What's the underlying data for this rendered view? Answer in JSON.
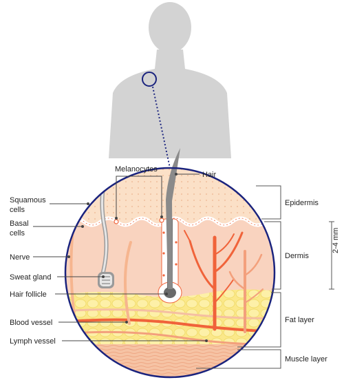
{
  "diagram": {
    "layers": {
      "epidermis": "Epidermis",
      "dermis": "Dermis",
      "fat": "Fat layer",
      "muscle": "Muscle layer"
    },
    "thickness": "2-4 mm",
    "structures": {
      "melanocytes": "Melanocytes",
      "hair": "Hair",
      "squamous_line1": "Squamous",
      "squamous_line2": "cells",
      "basal_line1": "Basal",
      "basal_line2": "cells",
      "nerve": "Nerve",
      "sweat_gland": "Sweat gland",
      "hair_follicle": "Hair follicle",
      "blood_vessel": "Blood vessel",
      "lymph_vessel": "Lymph vessel"
    },
    "colors": {
      "silhouette": "#d3d3d3",
      "epidermis": "#fbe0c7",
      "dermis": "#f9d3bf",
      "fat": "#fbe88a",
      "muscle": "#f6c3a4",
      "vessel": "#f0633a",
      "circle_outline": "#1a237e"
    }
  }
}
